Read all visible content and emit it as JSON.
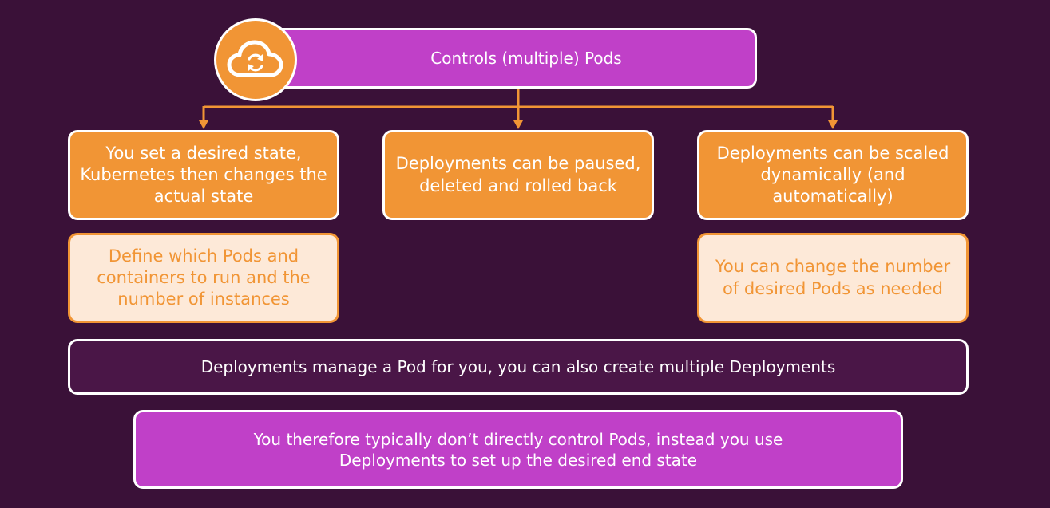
{
  "header": {
    "title": "Controls (multiple) Pods",
    "icon": "cloud-sync-icon"
  },
  "columns": [
    {
      "label": "You set a desired state, Kubernetes then changes the actual state"
    },
    {
      "label": "Deployments can be paused, deleted and rolled back"
    },
    {
      "label": "Deployments can be scaled dynamically (and automatically)"
    }
  ],
  "details": [
    {
      "label": "Define which Pods and containers to run and the number of instances"
    },
    {
      "label": "You can change the number of desired Pods as needed"
    }
  ],
  "summary": {
    "text": "Deployments manage a Pod for you, you can also create multiple Deployments"
  },
  "footer": {
    "text": "You therefore typically don’t directly control Pods, instead you use Deployments to set up the desired end state"
  },
  "colors": {
    "background": "#3a1138",
    "orange": "#f19535",
    "light_orange": "#fde9d8",
    "magenta": "#c040c8",
    "dark_purple": "#4a1647"
  }
}
